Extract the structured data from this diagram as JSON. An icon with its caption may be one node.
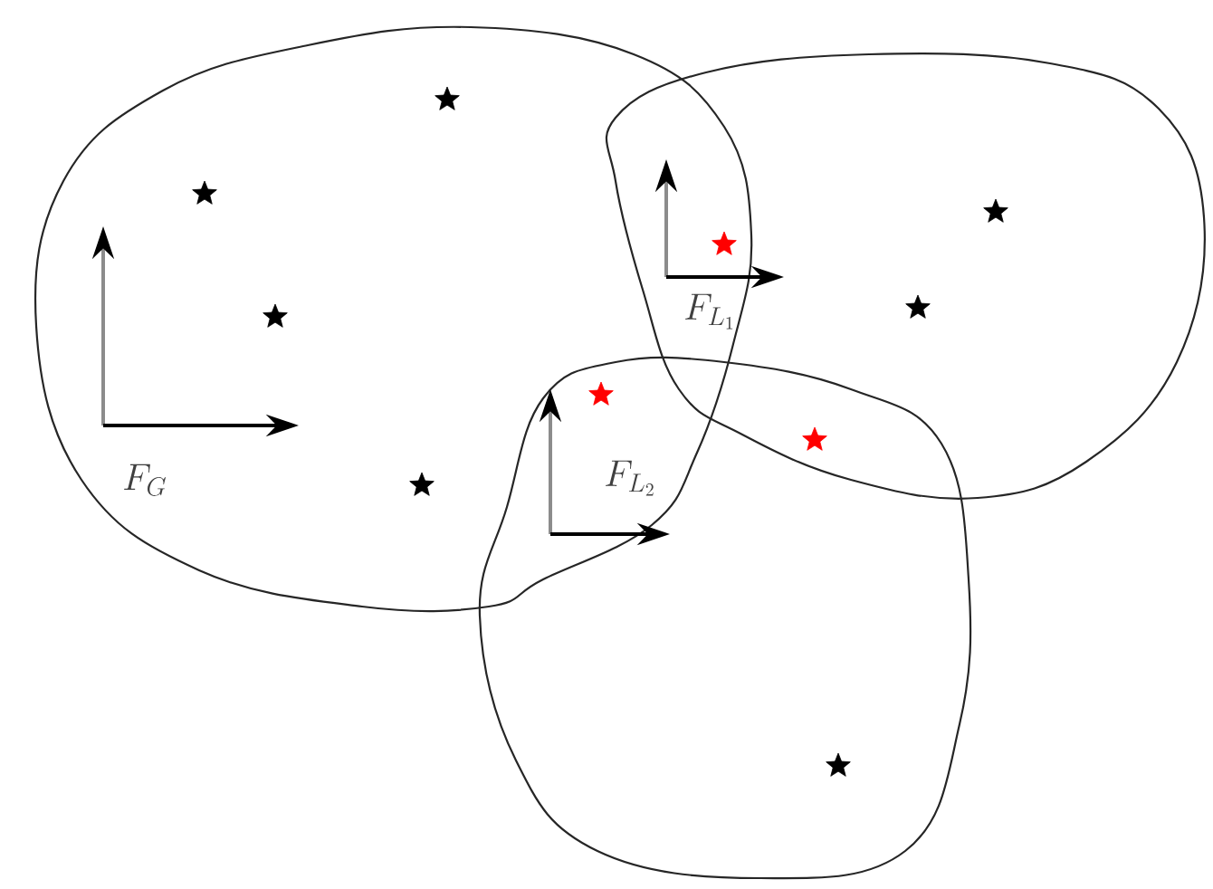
{
  "diagram": {
    "nodes": [
      {
        "text": [],
        "shape": "cloud"
      },
      {
        "text": [],
        "shape": "cloud"
      },
      {
        "text": [],
        "shape": "cloud"
      }
    ],
    "labels": [
      "F_G",
      "F_{L_1}",
      "F_{L_2}"
    ]
  }
}
